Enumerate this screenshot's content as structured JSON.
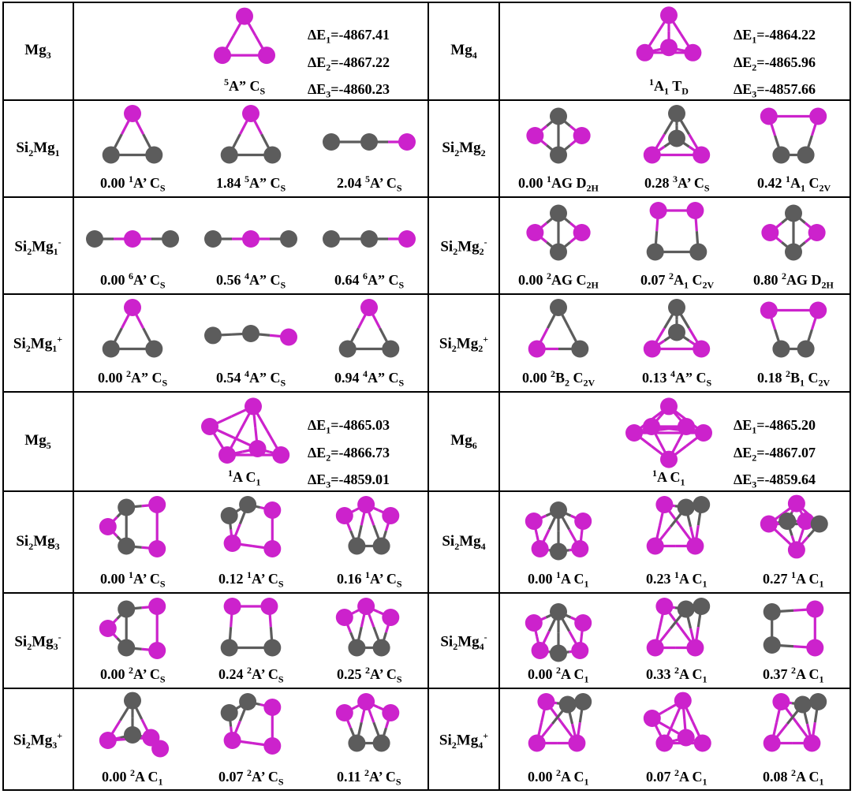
{
  "colors": {
    "mg": "#cc22cc",
    "si": "#5c5c5c"
  },
  "rows": [
    {
      "left": {
        "label": {
          "base": "Mg",
          "sub": "3",
          "sup": ""
        },
        "single": {
          "sup": "5",
          "term": "A”",
          "grp": "C",
          "grpsub": "S",
          "energies": [
            {
              "k": "1",
              "v": "=-4867.41"
            },
            {
              "k": "2",
              "v": "=-4867.22"
            },
            {
              "k": "3",
              "v": "=-4860.23"
            }
          ]
        }
      },
      "right": {
        "label": {
          "base": "Mg",
          "sub": "4",
          "sup": ""
        },
        "single": {
          "sup": "1",
          "term": "A",
          "tsub": "1",
          "grp": "T",
          "grpsub": "D",
          "energies": [
            {
              "k": "1",
              "v": "=-4864.22"
            },
            {
              "k": "2",
              "v": "=-4865.96"
            },
            {
              "k": "3",
              "v": "=-4857.66"
            }
          ]
        }
      }
    },
    {
      "left": {
        "label": {
          "base": "Si",
          "s1": "2",
          "mid": "Mg",
          "sub": "1",
          "sup": ""
        },
        "iso": [
          {
            "e": "0.00",
            "sup": "1",
            "term": "A’",
            "grp": "C",
            "grpsub": "S"
          },
          {
            "e": "1.84",
            "sup": "5",
            "term": "A”",
            "grp": "C",
            "grpsub": "S"
          },
          {
            "e": "2.04",
            "sup": "5",
            "term": "A’",
            "grp": "C",
            "grpsub": "S"
          }
        ]
      },
      "right": {
        "label": {
          "base": "Si",
          "s1": "2",
          "mid": "Mg",
          "sub": "2",
          "sup": ""
        },
        "iso": [
          {
            "e": "0.00",
            "sup": "1",
            "term": "AG",
            "grp": "D",
            "grpsub": "2H"
          },
          {
            "e": "0.28",
            "sup": "3",
            "term": "A’",
            "grp": "C",
            "grpsub": "S"
          },
          {
            "e": "0.42",
            "sup": "1",
            "term": "A",
            "tsub": "1",
            "grp": "C",
            "grpsub": "2V"
          }
        ]
      }
    },
    {
      "left": {
        "label": {
          "base": "Si",
          "s1": "2",
          "mid": "Mg",
          "sub": "1",
          "sup": "-"
        },
        "iso": [
          {
            "e": "0.00",
            "sup": "6",
            "term": "A’",
            "grp": "C",
            "grpsub": "S"
          },
          {
            "e": "0.56",
            "sup": "4",
            "term": "A”",
            "grp": "C",
            "grpsub": "S"
          },
          {
            "e": "0.64",
            "sup": "6",
            "term": "A”",
            "grp": "C",
            "grpsub": "S"
          }
        ]
      },
      "right": {
        "label": {
          "base": "Si",
          "s1": "2",
          "mid": "Mg",
          "sub": "2",
          "sup": "-"
        },
        "iso": [
          {
            "e": "0.00",
            "sup": "2",
            "term": "AG",
            "grp": "C",
            "grpsub": "2H"
          },
          {
            "e": "0.07",
            "sup": "2",
            "term": "A",
            "tsub": "1",
            "grp": "C",
            "grpsub": "2V"
          },
          {
            "e": "0.80",
            "sup": "2",
            "term": "AG",
            "grp": "D",
            "grpsub": "2H"
          }
        ]
      }
    },
    {
      "left": {
        "label": {
          "base": "Si",
          "s1": "2",
          "mid": "Mg",
          "sub": "1",
          "sup": "+"
        },
        "iso": [
          {
            "e": "0.00",
            "sup": "2",
            "term": "A”",
            "grp": "C",
            "grpsub": "S"
          },
          {
            "e": "0.54",
            "sup": "4",
            "term": "A”",
            "grp": "C",
            "grpsub": "S"
          },
          {
            "e": "0.94",
            "sup": "4",
            "term": "A”",
            "grp": "C",
            "grpsub": "S"
          }
        ]
      },
      "right": {
        "label": {
          "base": "Si",
          "s1": "2",
          "mid": "Mg",
          "sub": "2",
          "sup": "+"
        },
        "iso": [
          {
            "e": "0.00",
            "sup": "2",
            "term": "B",
            "tsub": "2",
            "grp": "C",
            "grpsub": "2V"
          },
          {
            "e": "0.13",
            "sup": "4",
            "term": "A”",
            "grp": "C",
            "grpsub": "S"
          },
          {
            "e": "0.18",
            "sup": "2",
            "term": "B",
            "tsub": "1",
            "grp": "C",
            "grpsub": "2V"
          }
        ]
      }
    },
    {
      "left": {
        "label": {
          "base": "Mg",
          "sub": "5",
          "sup": ""
        },
        "single": {
          "sup": "1",
          "term": "A",
          "grp": "C",
          "grpsub": "1",
          "energies": [
            {
              "k": "1",
              "v": "=-4865.03"
            },
            {
              "k": "2",
              "v": "=-4866.73"
            },
            {
              "k": "3",
              "v": "=-4859.01"
            }
          ]
        }
      },
      "right": {
        "label": {
          "base": "Mg",
          "sub": "6",
          "sup": ""
        },
        "single": {
          "sup": "1",
          "term": "A",
          "grp": "C",
          "grpsub": "1",
          "energies": [
            {
              "k": "1",
              "v": "=-4865.20"
            },
            {
              "k": "2",
              "v": "=-4867.07"
            },
            {
              "k": "3",
              "v": "=-4859.64"
            }
          ]
        }
      }
    },
    {
      "left": {
        "label": {
          "base": "Si",
          "s1": "2",
          "mid": "Mg",
          "sub": "3",
          "sup": ""
        },
        "iso": [
          {
            "e": "0.00",
            "sup": "1",
            "term": "A’",
            "grp": "C",
            "grpsub": "S"
          },
          {
            "e": "0.12",
            "sup": "1",
            "term": "A’",
            "grp": "C",
            "grpsub": "S"
          },
          {
            "e": "0.16",
            "sup": "1",
            "term": "A’",
            "grp": "C",
            "grpsub": "S"
          }
        ]
      },
      "right": {
        "label": {
          "base": "Si",
          "s1": "2",
          "mid": "Mg",
          "sub": "4",
          "sup": ""
        },
        "iso": [
          {
            "e": "0.00",
            "sup": "1",
            "term": "A",
            "grp": "C",
            "grpsub": "1"
          },
          {
            "e": "0.23",
            "sup": "1",
            "term": "A",
            "grp": "C",
            "grpsub": "1"
          },
          {
            "e": "0.27",
            "sup": "1",
            "term": "A",
            "grp": "C",
            "grpsub": "1"
          }
        ]
      }
    },
    {
      "left": {
        "label": {
          "base": "Si",
          "s1": "2",
          "mid": "Mg",
          "sub": "3",
          "sup": "-"
        },
        "iso": [
          {
            "e": "0.00",
            "sup": "2",
            "term": "A’",
            "grp": "C",
            "grpsub": "S"
          },
          {
            "e": "0.24",
            "sup": "2",
            "term": "A’",
            "grp": "C",
            "grpsub": "S"
          },
          {
            "e": "0.25",
            "sup": "2",
            "term": "A’",
            "grp": "C",
            "grpsub": "S"
          }
        ]
      },
      "right": {
        "label": {
          "base": "Si",
          "s1": "2",
          "mid": "Mg",
          "sub": "4",
          "sup": "-"
        },
        "iso": [
          {
            "e": "0.00",
            "sup": "2",
            "term": "A",
            "grp": "C",
            "grpsub": "1"
          },
          {
            "e": "0.33",
            "sup": "2",
            "term": "A",
            "grp": "C",
            "grpsub": "1"
          },
          {
            "e": "0.37",
            "sup": "2",
            "term": "A",
            "grp": "C",
            "grpsub": "1"
          }
        ]
      }
    },
    {
      "left": {
        "label": {
          "base": "Si",
          "s1": "2",
          "mid": "Mg",
          "sub": "3",
          "sup": "+"
        },
        "iso": [
          {
            "e": "0.00",
            "sup": "2",
            "term": "A",
            "grp": "C",
            "grpsub": "1"
          },
          {
            "e": "0.07",
            "sup": "2",
            "term": "A’",
            "grp": "C",
            "grpsub": "S"
          },
          {
            "e": "0.11",
            "sup": "2",
            "term": "A’",
            "grp": "C",
            "grpsub": "S"
          }
        ]
      },
      "right": {
        "label": {
          "base": "Si",
          "s1": "2",
          "mid": "Mg",
          "sub": "4",
          "sup": "+"
        },
        "iso": [
          {
            "e": "0.00",
            "sup": "2",
            "term": "A",
            "grp": "C",
            "grpsub": "1"
          },
          {
            "e": "0.07",
            "sup": "2",
            "term": "A",
            "grp": "C",
            "grpsub": "1"
          },
          {
            "e": "0.08",
            "sup": "2",
            "term": "A",
            "grp": "C",
            "grpsub": "1"
          }
        ]
      }
    }
  ]
}
